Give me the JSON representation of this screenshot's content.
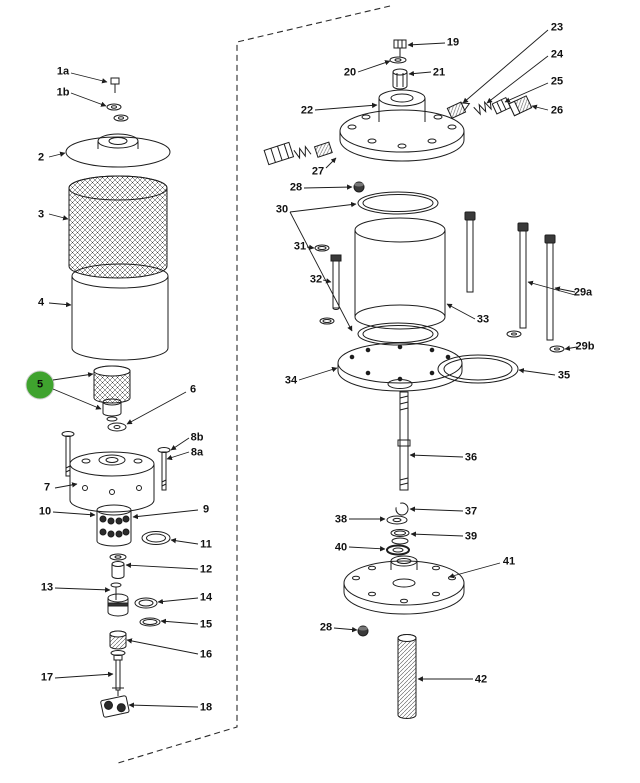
{
  "figure": {
    "background_color": "#ffffff",
    "line_color": "#1d1d1d",
    "highlight_color": "#3fa32e",
    "highlighted_part": "5"
  },
  "callouts": [
    {
      "label": "1a"
    },
    {
      "label": "1b"
    },
    {
      "label": "2"
    },
    {
      "label": "3"
    },
    {
      "label": "4"
    },
    {
      "label": "5",
      "highlighted": true
    },
    {
      "label": "6"
    },
    {
      "label": "8b"
    },
    {
      "label": "8a"
    },
    {
      "label": "7"
    },
    {
      "label": "10"
    },
    {
      "label": "9"
    },
    {
      "label": "11"
    },
    {
      "label": "12"
    },
    {
      "label": "13"
    },
    {
      "label": "14"
    },
    {
      "label": "15"
    },
    {
      "label": "16"
    },
    {
      "label": "17"
    },
    {
      "label": "18"
    },
    {
      "label": "19"
    },
    {
      "label": "20"
    },
    {
      "label": "21"
    },
    {
      "label": "22"
    },
    {
      "label": "23"
    },
    {
      "label": "24"
    },
    {
      "label": "25"
    },
    {
      "label": "26"
    },
    {
      "label": "27"
    },
    {
      "label": "28"
    },
    {
      "label": "30"
    },
    {
      "label": "31"
    },
    {
      "label": "32"
    },
    {
      "label": "29a"
    },
    {
      "label": "33"
    },
    {
      "label": "29b"
    },
    {
      "label": "34"
    },
    {
      "label": "35"
    },
    {
      "label": "36"
    },
    {
      "label": "37"
    },
    {
      "label": "38"
    },
    {
      "label": "39"
    },
    {
      "label": "40"
    },
    {
      "label": "41"
    },
    {
      "label": "28"
    },
    {
      "label": "42"
    }
  ]
}
